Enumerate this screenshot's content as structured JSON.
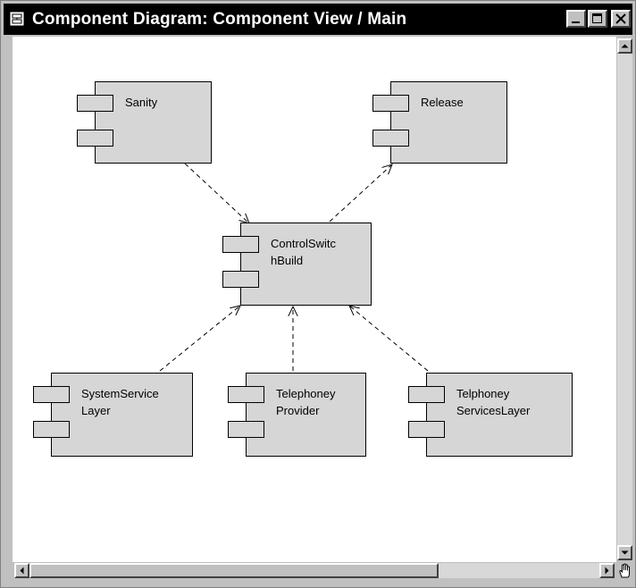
{
  "window": {
    "title": "Component Diagram: Component View / Main",
    "icons": {
      "window": "diagram-icon",
      "minimize": "minimize-icon",
      "maximize": "maximize-icon",
      "close": "close-icon"
    }
  },
  "diagram": {
    "components": [
      {
        "id": "sanity",
        "lines": [
          "Sanity"
        ]
      },
      {
        "id": "release",
        "lines": [
          "Release"
        ]
      },
      {
        "id": "controlswitchbuild",
        "lines": [
          "ControlSwitc",
          "hBuild"
        ]
      },
      {
        "id": "systemservicelayer",
        "lines": [
          "SystemService",
          "Layer"
        ]
      },
      {
        "id": "telephoneyprovider",
        "lines": [
          "Telephoney",
          "Provider"
        ]
      },
      {
        "id": "telphoneyserviceslayer",
        "lines": [
          "Telphoney",
          "ServicesLayer"
        ]
      }
    ],
    "dependencies": [
      {
        "from": "sanity",
        "to": "controlswitchbuild"
      },
      {
        "from": "controlswitchbuild",
        "to": "release"
      },
      {
        "from": "systemservicelayer",
        "to": "controlswitchbuild"
      },
      {
        "from": "telephoneyprovider",
        "to": "controlswitchbuild"
      },
      {
        "from": "telphoneyserviceslayer",
        "to": "controlswitchbuild"
      }
    ]
  },
  "scrollbars": {
    "icons": {
      "up": "arrow-up-icon",
      "down": "arrow-down-icon",
      "left": "arrow-left-icon",
      "right": "arrow-right-icon",
      "corner": "hand-pan-icon"
    }
  }
}
